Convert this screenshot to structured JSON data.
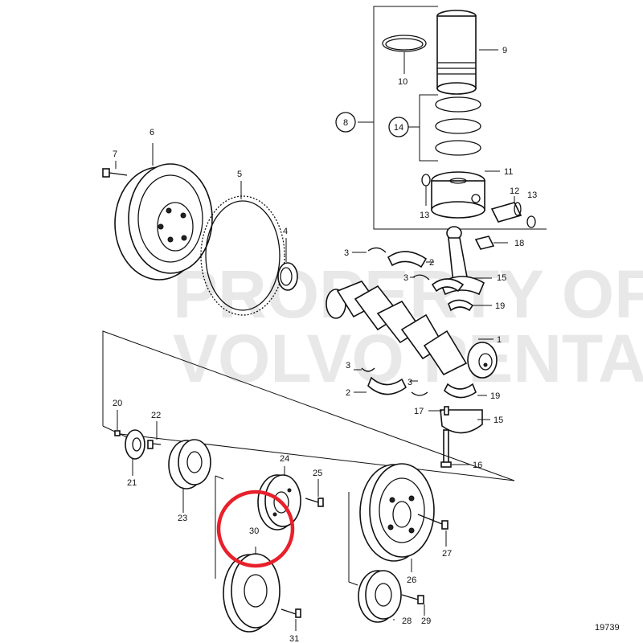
{
  "watermark": [
    "PROPERTY OF",
    "VOLVO PENTA"
  ],
  "figure_number": "19739",
  "highlight_color": "#e8202a",
  "callouts": {
    "c1": "1",
    "c2a": "2",
    "c2b": "2",
    "c3a": "3",
    "c3b": "3",
    "c3c": "3",
    "c3d": "3",
    "c4": "4",
    "c5": "5",
    "c6": "6",
    "c7": "7",
    "c8": "8",
    "c9": "9",
    "c10": "10",
    "c11": "11",
    "c12": "12",
    "c13a": "13",
    "c13b": "13",
    "c14": "14",
    "c15a": "15",
    "c15b": "15",
    "c16": "16",
    "c17": "17",
    "c18": "18",
    "c19a": "19",
    "c19b": "19",
    "c20": "20",
    "c21": "21",
    "c22": "22",
    "c23": "23",
    "c24": "24",
    "c25": "25",
    "c26": "26",
    "c27": "27",
    "c28": "28",
    "c29": "29",
    "c30": "30",
    "c31": "31"
  }
}
